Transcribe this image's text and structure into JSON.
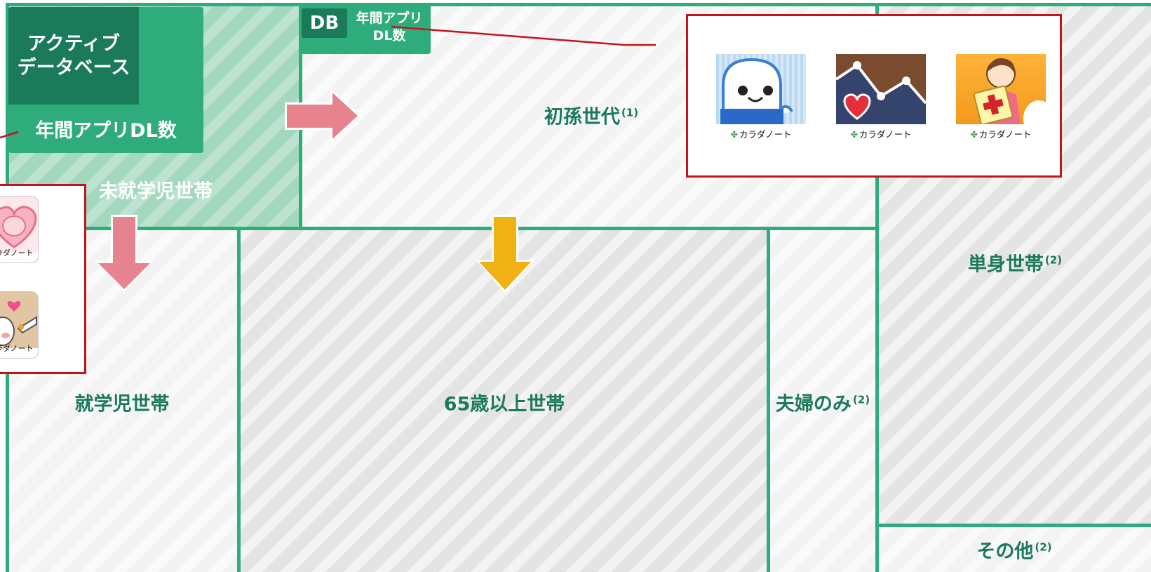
{
  "legend": {
    "active_db_line1": "アクティブ",
    "active_db_line2": "データベース",
    "annual_dl": "年間アプリDL数"
  },
  "db_badge": {
    "tag": "DB",
    "line1": "年間アプリ",
    "line2": "DL数"
  },
  "segments": {
    "preschool": "未就学児世帯",
    "first_grandchild": "初孫世代",
    "first_grandchild_note": "(1)",
    "single": "単身世帯",
    "single_note": "(2)",
    "school_age": "就学児世帯",
    "elderly": "65歳以上世帯",
    "couple": "夫婦のみ",
    "couple_note": "(2)",
    "other": "その他",
    "other_note": "(2)"
  },
  "apps": {
    "brand": "カラダノート",
    "top_popup": [
      {
        "icon": "ghost-mascot-icon"
      },
      {
        "icon": "heart-graph-icon"
      },
      {
        "icon": "nurse-notebook-icon"
      }
    ],
    "left_popup": [
      {
        "icon": "baby-in-heart-icon",
        "brand": "カラダノート"
      },
      {
        "icon": "baby-food-icon",
        "brand": "カラダノート"
      }
    ]
  },
  "colors": {
    "green": "#2eac7b",
    "dark_green": "#1b7a5a",
    "pink_arrow": "#e7838f",
    "yellow_arrow": "#f0b114",
    "popup_border": "#c3141d"
  }
}
